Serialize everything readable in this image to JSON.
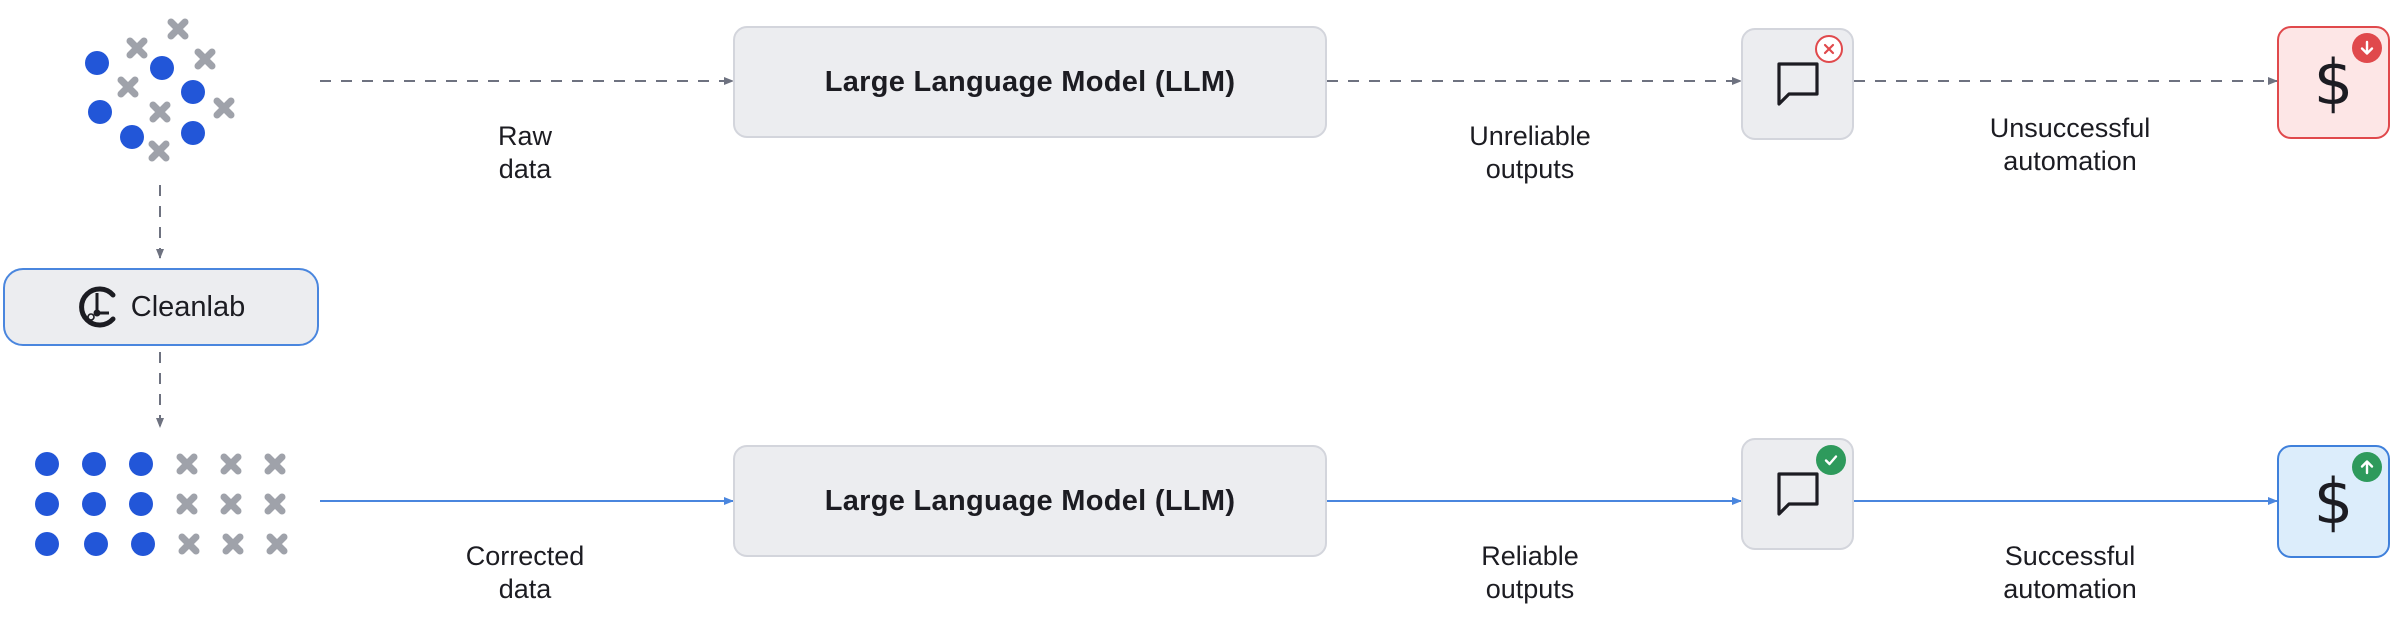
{
  "top_row": {
    "input_label": [
      "Raw",
      "data"
    ],
    "model_label": "Large Language Model (LLM)",
    "output_label": [
      "Unreliable",
      "outputs"
    ],
    "result_label": [
      "Unsuccessful",
      "automation"
    ],
    "output_status_icon": "x-circle-icon",
    "result_status_icon": "arrow-down-circle-icon"
  },
  "middle": {
    "tool_name": "Cleanlab",
    "tool_icon": "cleanlab-logo-icon"
  },
  "bottom_row": {
    "input_label": [
      "Corrected",
      "data"
    ],
    "model_label": "Large Language Model (LLM)",
    "output_label": [
      "Reliable",
      "outputs"
    ],
    "result_label": [
      "Successful",
      "automation"
    ],
    "output_status_icon": "check-circle-icon",
    "result_status_icon": "arrow-up-circle-icon"
  },
  "result_symbol": "$",
  "colors": {
    "dot": "#2256d8",
    "cross": "#9fa2aa",
    "dashed_arrow": "#6e7280",
    "solid_arrow": "#4a86de",
    "error": "#e0494c",
    "success": "#2e9a5c"
  }
}
